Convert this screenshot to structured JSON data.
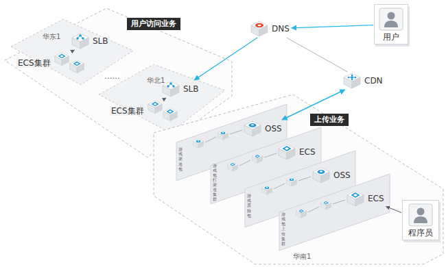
{
  "diagram": {
    "nodes": [
      {
        "text": [
          "用户访问业务"
        ]
      },
      {
        "text": [
          "华东1"
        ],
        "in": 0
      },
      {
        "text": [
          "SLB"
        ],
        "in": 1
      },
      {
        "text": [
          "ECS集群"
        ],
        "in": 1
      },
      {
        "text": [
          "华北1"
        ],
        "in": 0
      },
      {
        "text": [
          "SLB"
        ],
        "in": 4
      },
      {
        "text": [
          "ECS集群"
        ],
        "in": 4
      },
      {
        "text": [
          "DNS"
        ]
      },
      {
        "text": [
          "用户"
        ]
      },
      {
        "text": [
          "CDN"
        ]
      },
      {
        "text": [
          "上传业务",
          "华南1"
        ]
      },
      {
        "text": [
          "游戏渠道包"
        ],
        "in": 10
      },
      {
        "text": [
          "OSS"
        ],
        "in": 11
      },
      {
        "text": [
          "游戏包打渠道集群"
        ],
        "in": 10
      },
      {
        "text": [
          "ECS"
        ],
        "in": 13
      },
      {
        "text": [
          "游戏原始包"
        ],
        "in": 10
      },
      {
        "text": [
          "OSS"
        ],
        "in": 15
      },
      {
        "text": [
          "游戏包上传集群"
        ],
        "in": 10
      },
      {
        "text": [
          "ECS"
        ],
        "in": 17
      },
      {
        "text": [
          "程序员"
        ],
        "in": 10
      }
    ],
    "edges": [
      {
        "from": 8,
        "to": 7,
        "arrow": "to"
      },
      {
        "from": 7,
        "to": 5,
        "arrow": "to"
      },
      {
        "from": 7,
        "to": 9,
        "arrow": "none"
      },
      {
        "from": 9,
        "to": 12,
        "arrow": "both"
      },
      {
        "from": 3,
        "to": 2,
        "arrow": "to"
      },
      {
        "from": 6,
        "to": 5,
        "arrow": "to"
      },
      {
        "from": 19,
        "to": 18,
        "arrow": "to"
      }
    ],
    "labels": [
      "......"
    ]
  }
}
